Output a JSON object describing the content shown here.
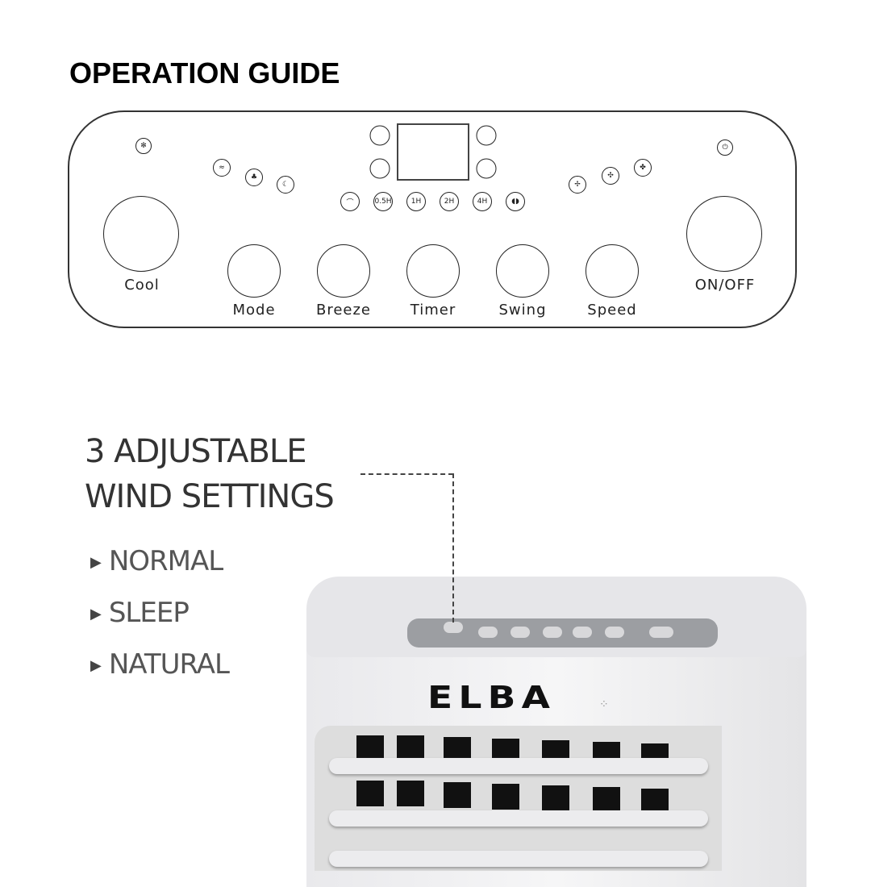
{
  "title": "OPERATION GUIDE",
  "panel": {
    "buttons": [
      "Cool",
      "Mode",
      "Breeze",
      "Timer",
      "Swing",
      "Speed",
      "ON/OFF"
    ],
    "timer_labels": [
      "0.5H",
      "1H",
      "2H",
      "4H"
    ],
    "icons": [
      "snowflake-icon",
      "power-icon",
      "normal-wind-icon",
      "natural-wind-icon",
      "sleep-icon",
      "breeze-icon",
      "swing-icon",
      "fan-low-icon",
      "fan-mid-icon",
      "fan-high-icon"
    ]
  },
  "feature": {
    "heading_line1": "3 ADJUSTABLE",
    "heading_line2": "WIND SETTINGS",
    "items": [
      "NORMAL",
      "SLEEP",
      "NATURAL"
    ]
  },
  "product": {
    "brand": "ELBA"
  }
}
